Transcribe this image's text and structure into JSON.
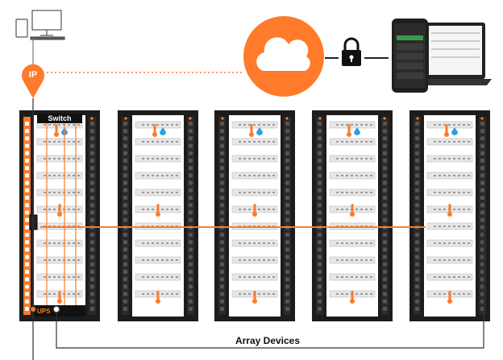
{
  "labels": {
    "ip": "IP",
    "switch": "Switch",
    "ups": "UPS",
    "array_devices": "Array Devices"
  },
  "colors": {
    "accent": "#ff7a2a",
    "rack": "#1c1c1c",
    "rack_inner": "#ffffff",
    "device": "#e6e6e6",
    "sensor_blue": "#2f9fe0"
  },
  "icons": {
    "computer": "desktop-computer-icon",
    "cloud": "cloud-icon",
    "lock": "padlock-icon",
    "devices": "phone-and-laptop-icon",
    "location": "ip-location-pin-icon",
    "thermometer": "thermometer-icon"
  },
  "racks": [
    {
      "role": "main",
      "has_switch": true,
      "has_ups": true
    },
    {
      "role": "array"
    },
    {
      "role": "array"
    },
    {
      "role": "array"
    },
    {
      "role": "array"
    }
  ]
}
